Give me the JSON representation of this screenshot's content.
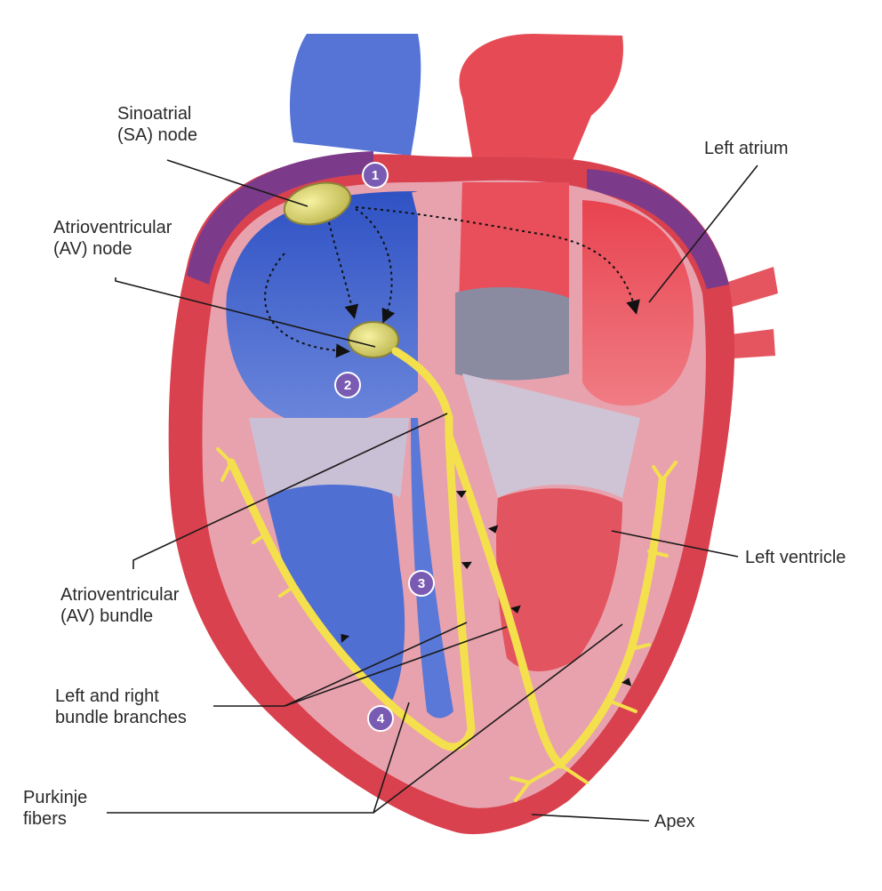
{
  "labels": {
    "sa_node": [
      "Sinoatrial",
      "(SA) node"
    ],
    "av_node": [
      "Atrioventricular",
      "(AV) node"
    ],
    "left_atrium": "Left atrium",
    "av_bundle": [
      "Atrioventricular",
      "(AV) bundle"
    ],
    "left_ventricle": "Left ventricle",
    "bundle_branches": [
      "Left and right",
      "bundle branches"
    ],
    "purkinje": [
      "Purkinje",
      "fibers"
    ],
    "apex": "Apex"
  },
  "steps": [
    "1",
    "2",
    "3",
    "4"
  ],
  "colors": {
    "right_heart_blood": "#4a6bd1",
    "left_heart_blood": "#e8434f",
    "muscle": "#e9a3ad",
    "conduction": "#f4e04d",
    "step_badge": "#7a5bb3"
  }
}
